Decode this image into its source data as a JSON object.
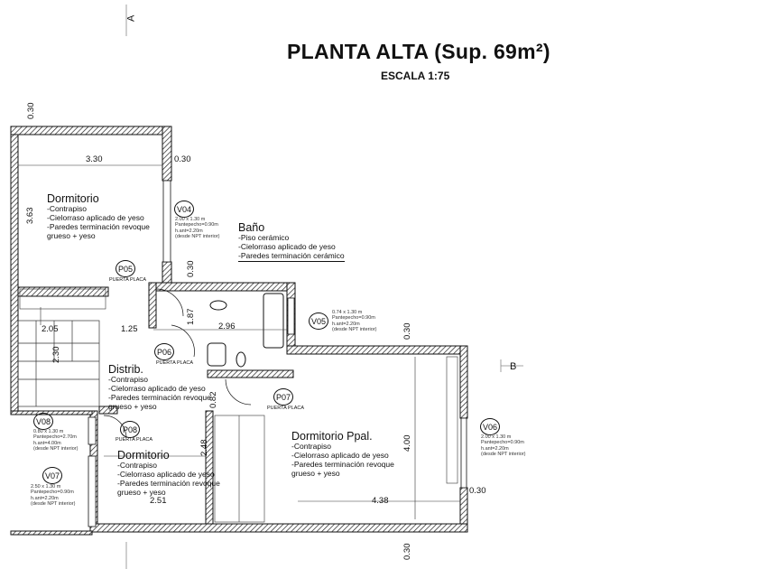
{
  "header": {
    "title": "PLANTA ALTA (Sup. 69m²)",
    "scale": "ESCALA 1:75"
  },
  "axes": {
    "a": "A",
    "b": "B"
  },
  "rooms": [
    {
      "name": "Dormitorio",
      "finishes": [
        "-Contrapiso",
        "-Cielorraso aplicado de yeso",
        "-Paredes terminación revoque",
        "grueso + yeso"
      ]
    },
    {
      "name": "Baño",
      "finishes": [
        "-Piso cerámico",
        "-Cielorraso aplicado de yeso",
        "-Paredes terminación cerámico"
      ]
    },
    {
      "name": "Distrib.",
      "finishes": [
        "-Contrapiso",
        "-Cielorraso aplicado de yeso",
        "-Paredes terminación revoque",
        "grueso + yeso"
      ]
    },
    {
      "name": "Dormitorio",
      "finishes": [
        "-Contrapiso",
        "-Cielorraso aplicado de yeso",
        "-Paredes terminación revoque",
        "grueso + yeso"
      ]
    },
    {
      "name": "Dormitorio Ppal.",
      "finishes": [
        "-Contrapiso",
        "-Cielorraso aplicado de yeso",
        "-Paredes terminación revoque",
        "grueso + yeso"
      ]
    }
  ],
  "windows": [
    {
      "id": "V04",
      "lines": [
        "2.00 x 1.30 m",
        "Pantepecho=0.90m",
        "h.ant=2.20m",
        "(desde NPT interior)"
      ]
    },
    {
      "id": "V05",
      "lines": [
        "0.74 x 1.30 m",
        "Pantepecho=0.90m",
        "h.ant=2.20m",
        "(desde NPT interior)"
      ]
    },
    {
      "id": "V06",
      "lines": [
        "2.00 x 1.30 m",
        "Pantepecho=0.90m",
        "h.ant=2.20m",
        "(desde NPT interior)"
      ]
    },
    {
      "id": "V07",
      "lines": [
        "2.50 x 1.30 m",
        "Pantepecho=0.90m",
        "h.ant=2.20m",
        "(desde NPT interior)"
      ]
    },
    {
      "id": "V08",
      "lines": [
        "0.80 x 1.30 m",
        "Pantepecho=2.70m",
        "h.ant=4.00m",
        "(desde NPT interior)"
      ]
    }
  ],
  "doors": [
    {
      "id": "P05",
      "label": "PUERTA PLACA"
    },
    {
      "id": "P06",
      "label": "PUERTA PLACA"
    },
    {
      "id": "P07",
      "label": "PUERTA PLACA"
    },
    {
      "id": "P08",
      "label": "PUERTA PLACA"
    }
  ],
  "dimensions": {
    "d1": "0.30",
    "d2": "3.30",
    "d3": "0.30",
    "d4": "3.63",
    "d5": "0.30",
    "d6": "1.87",
    "d7": "2.96",
    "d8": "2.05",
    "d9": "1.25",
    "d10": "2.30",
    "d11": "0.30",
    "d12": "0.82",
    "d13": "2.48",
    "d14": "4.00",
    "d15": "2.51",
    "d16": "4.38",
    "d17": "0.30",
    "d18": "0.30"
  }
}
